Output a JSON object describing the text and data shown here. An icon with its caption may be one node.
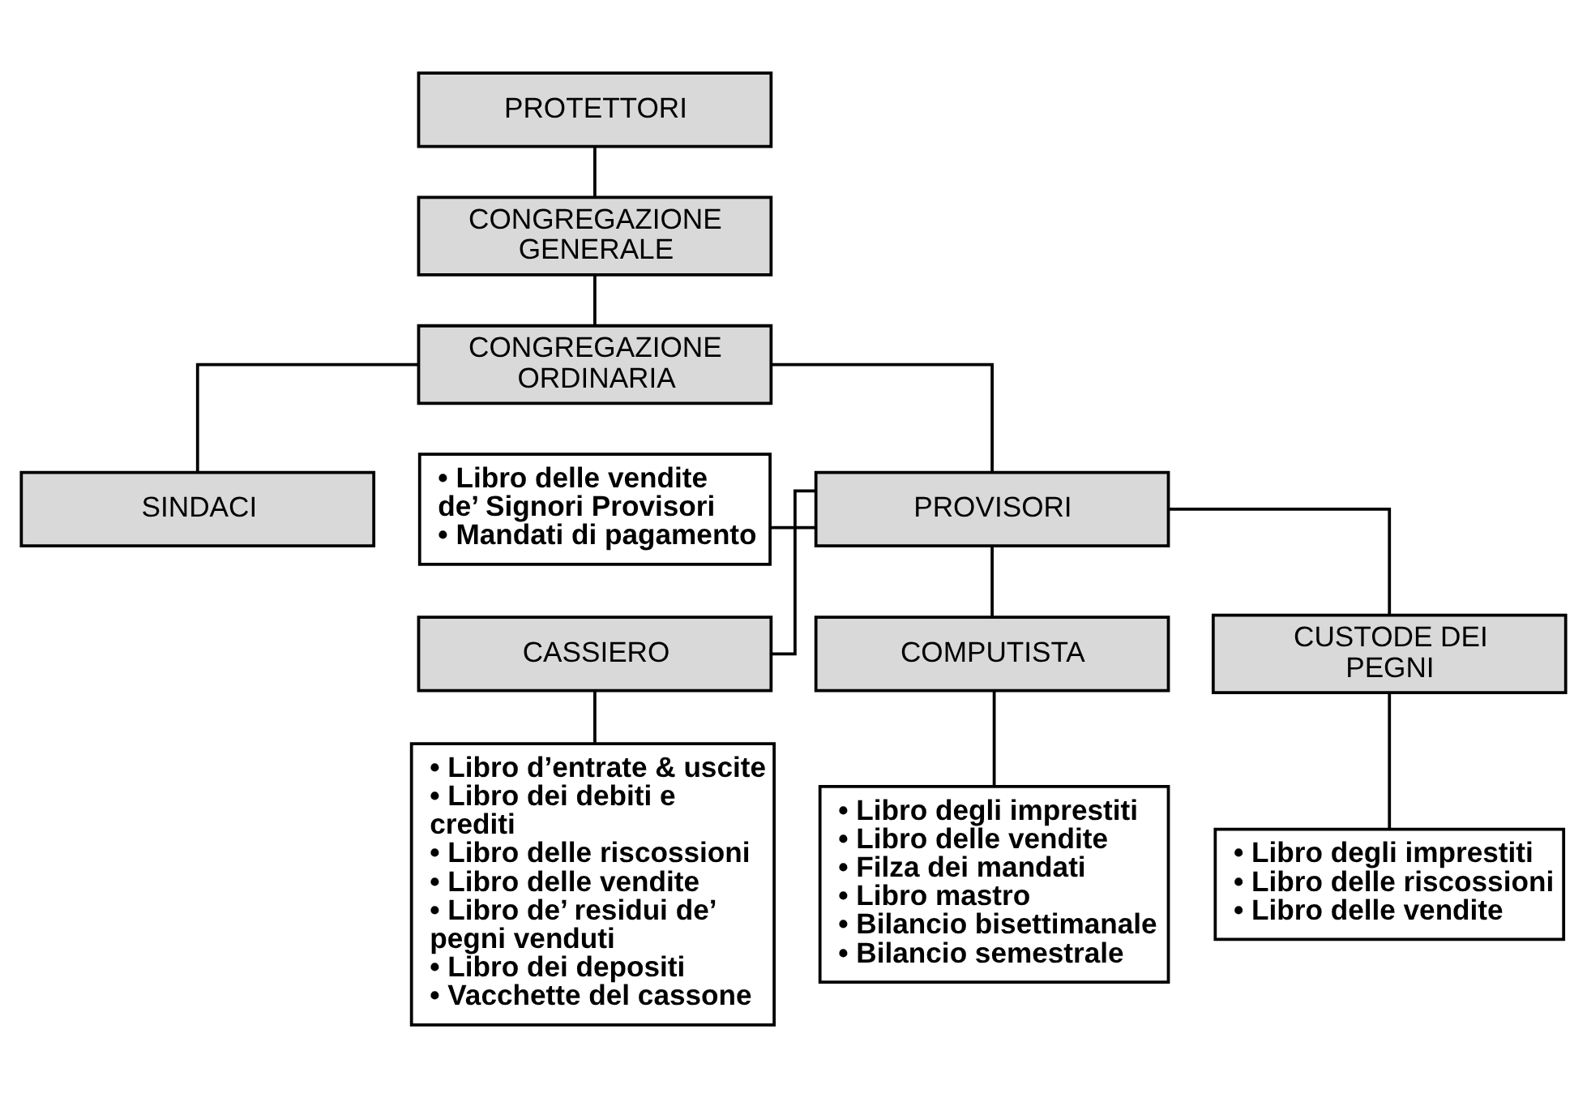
{
  "diagram": {
    "nodes": [
      {
        "text": [
          "PROTETTORI"
        ]
      },
      {
        "text": [
          "CONGREGAZIONE GENERALE"
        ]
      },
      {
        "text": [
          "CONGREGAZIONE ORDINARIA"
        ]
      },
      {
        "text": [
          "SINDACI"
        ]
      },
      {
        "text": [
          "• Libro delle vendite de’ Signori Provisori",
          "• Mandati di pagamento"
        ]
      },
      {
        "text": [
          "PROVISORI"
        ]
      },
      {
        "text": [
          "CASSIERO"
        ]
      },
      {
        "text": [
          "COMPUTISTA"
        ]
      },
      {
        "text": [
          "CUSTODE DEI PEGNI"
        ]
      },
      {
        "text": [
          "• Libro d’entrate & uscite",
          "• Libro dei debiti e crediti",
          "• Libro delle riscossioni",
          "• Libro delle vendite",
          "• Libro de’ residui de’ pegni venduti",
          "• Libro dei depositi",
          "• Vacchette del cassone"
        ]
      },
      {
        "text": [
          "• Libro degli imprestiti",
          "• Libro delle vendite",
          "• Filza dei mandati",
          "• Libro mastro",
          "• Bilancio bisettimanale",
          "• Bilancio semestrale"
        ]
      },
      {
        "text": [
          "• Libro degli imprestiti",
          "• Libro delle riscossioni",
          "• Libro delle vendite"
        ]
      }
    ],
    "edges": [
      {
        "from": 0,
        "to": 1,
        "arrow": "none"
      },
      {
        "from": 1,
        "to": 2,
        "arrow": "none"
      },
      {
        "from": 2,
        "to": 3,
        "arrow": "none"
      },
      {
        "from": 4,
        "to": 5,
        "arrow": "none"
      },
      {
        "from": 2,
        "to": 5,
        "arrow": "none"
      },
      {
        "from": 5,
        "to": 6,
        "arrow": "none"
      },
      {
        "from": 5,
        "to": 7,
        "arrow": "none"
      },
      {
        "from": 5,
        "to": 8,
        "arrow": "none"
      },
      {
        "from": 6,
        "to": 9,
        "arrow": "none"
      },
      {
        "from": 7,
        "to": 10,
        "arrow": "none"
      },
      {
        "from": 8,
        "to": 11,
        "arrow": "none"
      }
    ]
  }
}
